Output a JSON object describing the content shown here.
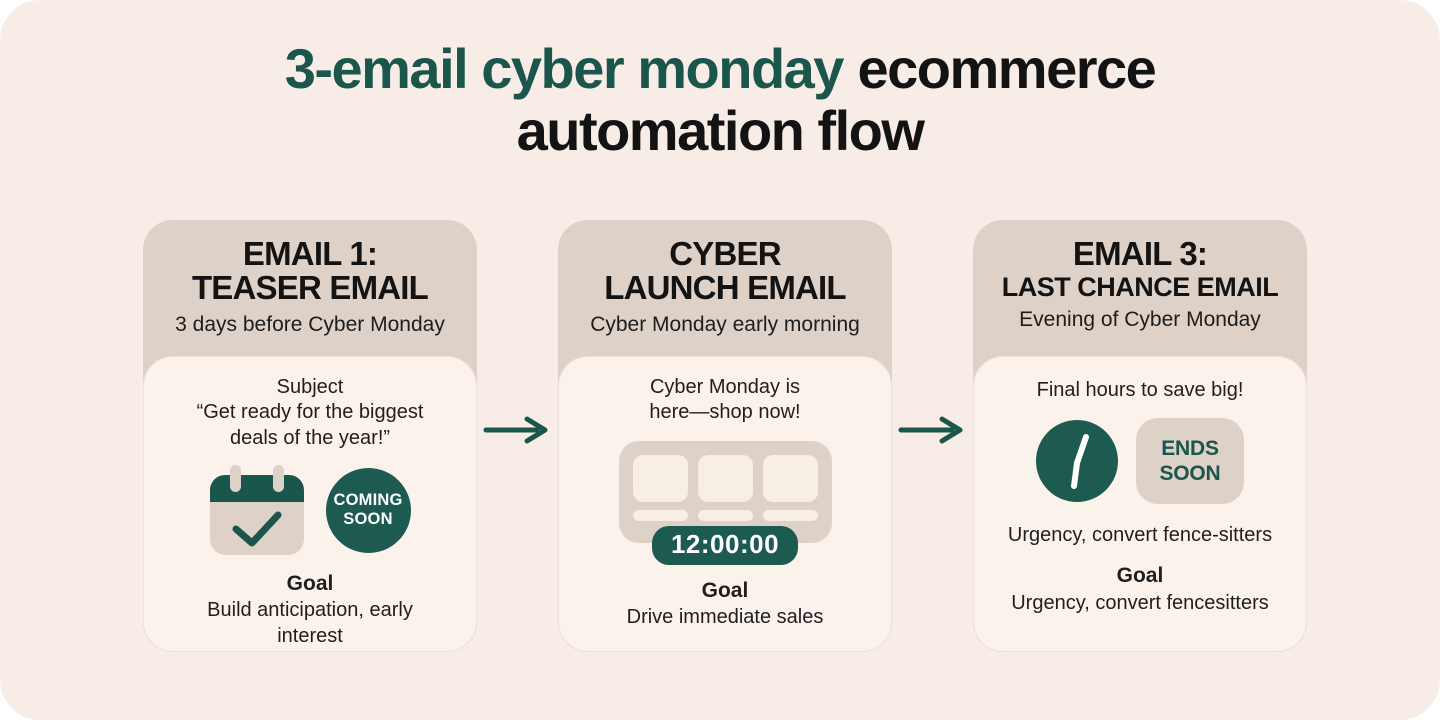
{
  "colors": {
    "accent": "#1b564c",
    "accent_badge": "#1d5b50",
    "canvas": "#f8ece6",
    "card_header": "#ddd1c8",
    "card_body": "#faf2eb",
    "ink": "#131313"
  },
  "title": {
    "line1_highlight": "3-email cyber monday",
    "line1_rest": "ecommerce",
    "line2": "automation flow"
  },
  "connectors": [
    {
      "icon": "arrow-right-icon"
    },
    {
      "icon": "arrow-right-icon"
    }
  ],
  "cards": [
    {
      "heading": [
        "EMAIL 1:",
        "TEASER EMAIL"
      ],
      "timing": "3 days before Cyber Monday",
      "subject_label": "Subject",
      "subject_quote": "“Get ready for the biggest deals of the year!”",
      "icon": "calendar-check-icon",
      "badge": [
        "COMING",
        "SOON"
      ],
      "goal_label": "Goal",
      "goal_text": "Build anticipation, early interest"
    },
    {
      "heading": [
        "CYBER",
        "LAUNCH EMAIL"
      ],
      "timing": "Cyber Monday early morning",
      "message": "Cyber Monday is here—shop now!",
      "icon": "storefront-grid-icon",
      "timer": "12:00:00",
      "goal_label": "Goal",
      "goal_text": "Drive immediate sales"
    },
    {
      "heading": [
        "EMAIL 3:",
        "LAST CHANCE EMAIL"
      ],
      "timing": "Evening of Cyber Monday",
      "message": "Final hours to save big!",
      "icon": "clock-icon",
      "badge": [
        "ENDS",
        "SOON"
      ],
      "urgency_note": "Urgency, convert fence-sitters",
      "goal_label": "Goal",
      "goal_text": "Urgency, convert fencesitters"
    }
  ]
}
